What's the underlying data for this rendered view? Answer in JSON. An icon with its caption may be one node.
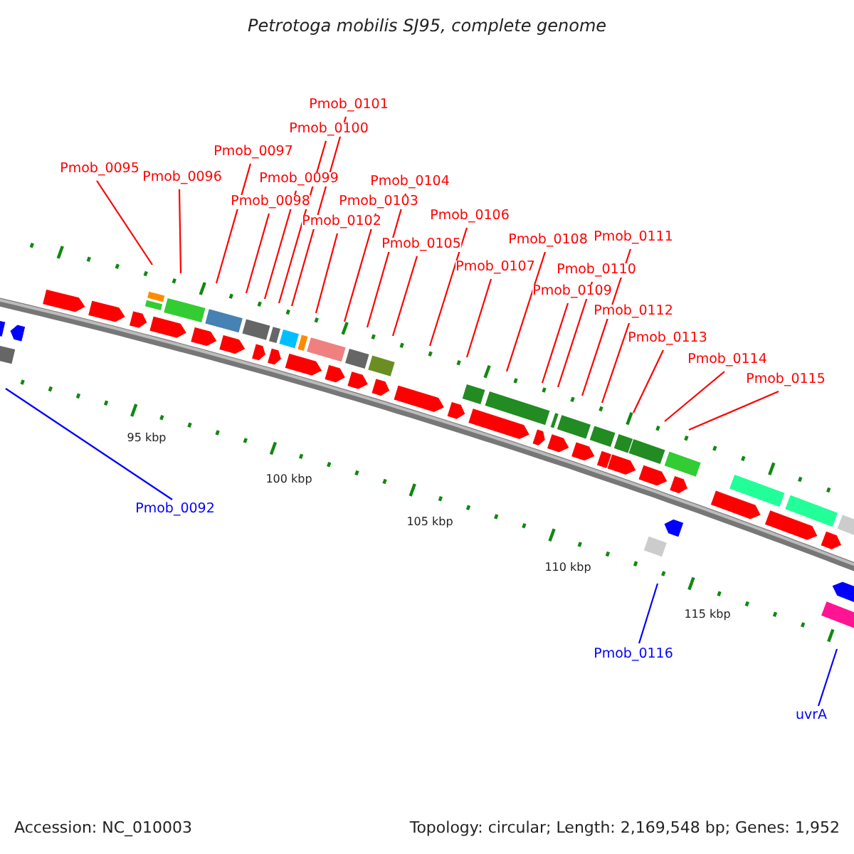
{
  "diagram": {
    "title": "Petrotoga mobilis SJ95, complete genome",
    "nodes": [
      {
        "text": [
          "Pmob_0095"
        ]
      },
      {
        "text": [
          "Pmob_0096"
        ]
      },
      {
        "text": [
          "Pmob_0097"
        ]
      },
      {
        "text": [
          "Pmob_0098"
        ]
      },
      {
        "text": [
          "Pmob_0099"
        ]
      },
      {
        "text": [
          "Pmob_0100"
        ]
      },
      {
        "text": [
          "Pmob_0101"
        ]
      },
      {
        "text": [
          "Pmob_0102"
        ]
      },
      {
        "text": [
          "Pmob_0103"
        ]
      },
      {
        "text": [
          "Pmob_0104"
        ]
      },
      {
        "text": [
          "Pmob_0105"
        ]
      },
      {
        "text": [
          "Pmob_0106"
        ]
      },
      {
        "text": [
          "Pmob_0107"
        ]
      },
      {
        "text": [
          "Pmob_0108"
        ]
      },
      {
        "text": [
          "Pmob_0109"
        ]
      },
      {
        "text": [
          "Pmob_0110"
        ]
      },
      {
        "text": [
          "Pmob_0111"
        ]
      },
      {
        "text": [
          "Pmob_0112"
        ]
      },
      {
        "text": [
          "Pmob_0113"
        ]
      },
      {
        "text": [
          "Pmob_0114"
        ]
      },
      {
        "text": [
          "Pmob_0115"
        ]
      },
      {
        "text": [
          "Pmob_0092"
        ]
      },
      {
        "text": [
          "Pmob_0116"
        ]
      },
      {
        "text": [
          "uvrA"
        ]
      }
    ],
    "edges": [
      {
        "from": 0,
        "to": null,
        "arrow": "none"
      },
      {
        "from": 1,
        "to": null,
        "arrow": "none"
      },
      {
        "from": 2,
        "to": null,
        "arrow": "none"
      },
      {
        "from": 3,
        "to": null,
        "arrow": "none"
      },
      {
        "from": 4,
        "to": null,
        "arrow": "none"
      },
      {
        "from": 5,
        "to": null,
        "arrow": "none"
      },
      {
        "from": 6,
        "to": null,
        "arrow": "none"
      },
      {
        "from": 7,
        "to": null,
        "arrow": "none"
      },
      {
        "from": 8,
        "to": null,
        "arrow": "none"
      },
      {
        "from": 9,
        "to": null,
        "arrow": "none"
      },
      {
        "from": 10,
        "to": null,
        "arrow": "none"
      },
      {
        "from": 11,
        "to": null,
        "arrow": "none"
      },
      {
        "from": 12,
        "to": null,
        "arrow": "none"
      },
      {
        "from": 13,
        "to": null,
        "arrow": "none"
      },
      {
        "from": 14,
        "to": null,
        "arrow": "none"
      },
      {
        "from": 15,
        "to": null,
        "arrow": "none"
      },
      {
        "from": 16,
        "to": null,
        "arrow": "none"
      },
      {
        "from": 17,
        "to": null,
        "arrow": "none"
      },
      {
        "from": 18,
        "to": null,
        "arrow": "none"
      },
      {
        "from": 19,
        "to": null,
        "arrow": "none"
      },
      {
        "from": 20,
        "to": null,
        "arrow": "none"
      },
      {
        "from": 21,
        "to": null,
        "arrow": "none",
        "color": "#0000ff"
      },
      {
        "from": 22,
        "to": null,
        "arrow": "none",
        "color": "#0000ff"
      },
      {
        "from": 23,
        "to": null,
        "arrow": "none",
        "color": "#0000ff"
      }
    ],
    "labels": [
      "95 kbp",
      "100 kbp",
      "105 kbp",
      "110 kbp",
      "115 kbp",
      "Accession: NC_010003",
      "Topology: circular; Length: 2,169,548 bp; Genes: 1,952"
    ]
  }
}
